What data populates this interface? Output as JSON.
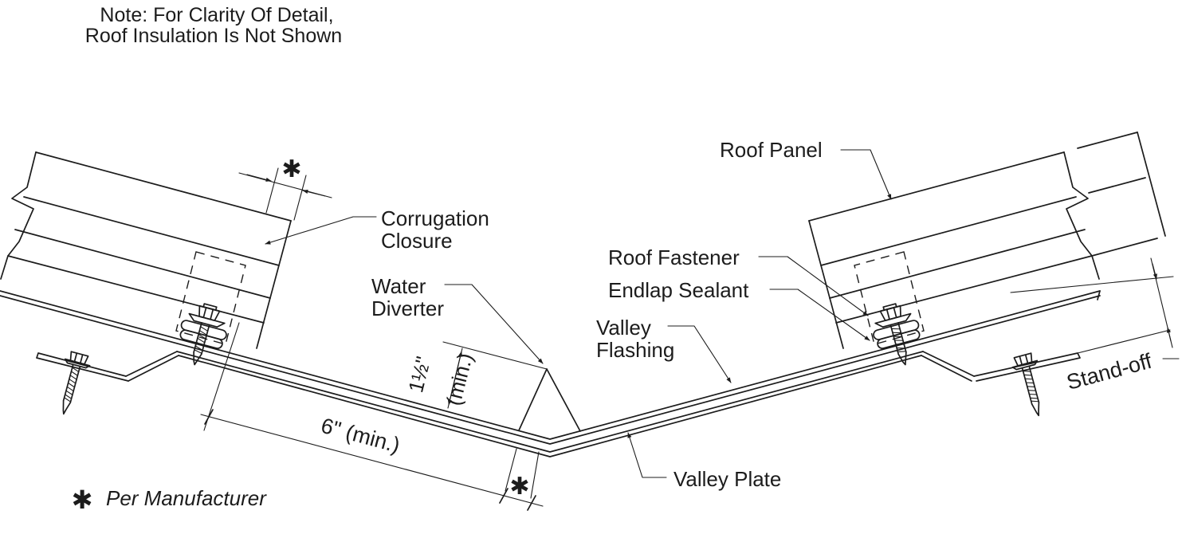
{
  "note": {
    "line1": "Note: For Clarity Of Detail,",
    "line2": "Roof Insulation Is Not Shown"
  },
  "labels": {
    "roof_panel": "Roof Panel",
    "corrugation_closure_1": "Corrugation",
    "corrugation_closure_2": "Closure",
    "water_diverter_1": "Water",
    "water_diverter_2": "Diverter",
    "roof_fastener": "Roof Fastener",
    "endlap_sealant": "Endlap Sealant",
    "valley_flashing_1": "Valley",
    "valley_flashing_2": "Flashing",
    "valley_plate": "Valley Plate",
    "stand_off": "Stand-off"
  },
  "dimensions": {
    "lap_length": "6\" (min.)",
    "diverter_height": "1½\"",
    "diverter_height_qualifier": "(min.)",
    "per_manufacturer_symbol": "✱"
  },
  "footnote": {
    "symbol": "✱",
    "text": "Per Manufacturer"
  },
  "colors": {
    "line": "#1c1c1c",
    "background": "#ffffff"
  }
}
